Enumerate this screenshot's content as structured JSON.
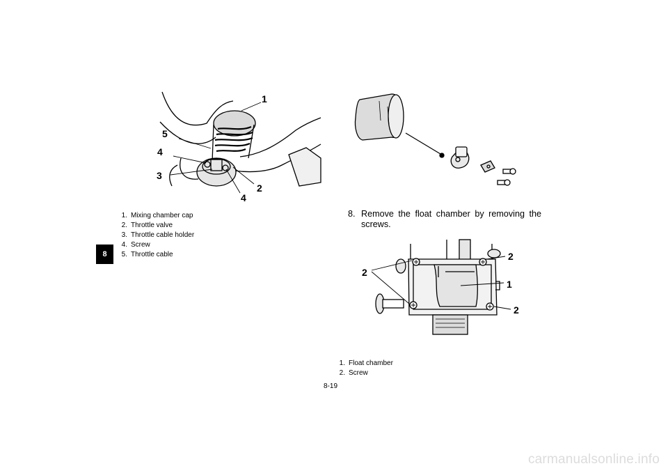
{
  "chapter_tab": "8",
  "figure1": {
    "callouts": [
      "1",
      "5",
      "4",
      "3",
      "2",
      "4"
    ],
    "legend": [
      {
        "num": "1.",
        "text": "Mixing chamber cap"
      },
      {
        "num": "2.",
        "text": "Throttle valve"
      },
      {
        "num": "3.",
        "text": "Throttle cable holder"
      },
      {
        "num": "4.",
        "text": "Screw"
      },
      {
        "num": "5.",
        "text": "Throttle cable"
      }
    ]
  },
  "step": {
    "number": "8.",
    "text": "Remove the float chamber by removing the screws."
  },
  "figure3": {
    "callouts": [
      "2",
      "2",
      "1",
      "2"
    ],
    "legend": [
      {
        "num": "1.",
        "text": "Float chamber"
      },
      {
        "num": "2.",
        "text": "Screw"
      }
    ]
  },
  "page_number": "8-19",
  "watermark": "carmanualsonline.info"
}
